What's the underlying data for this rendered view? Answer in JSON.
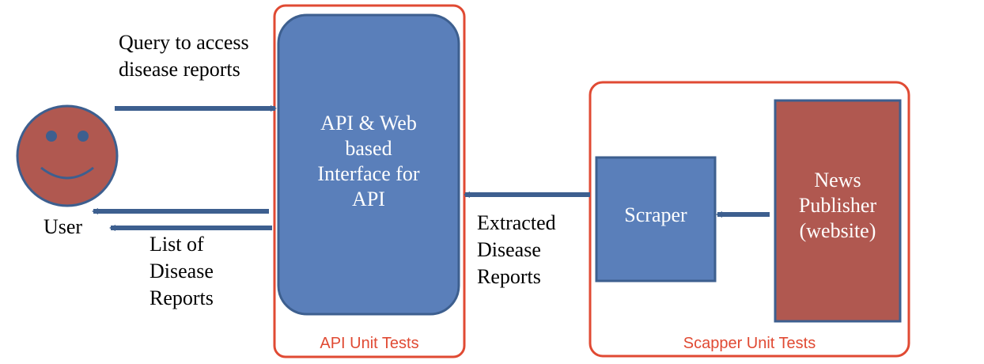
{
  "colors": {
    "blue_fill": "#5a7fba",
    "blue_stroke": "#3d5f8f",
    "red_fill": "#b05850",
    "red_stroke": "#3d5f8f",
    "group_border": "#e04a33",
    "arrow": "#3d5f8f"
  },
  "user": {
    "icon": "smiley-face-icon",
    "label": "User"
  },
  "query_label": {
    "line1": "Query to access",
    "line2": "disease reports"
  },
  "list_label": {
    "line1": "List of",
    "line2": "Disease",
    "line3": "Reports"
  },
  "api_box": {
    "line1": "API & Web",
    "line2": "based",
    "line3": "Interface  for",
    "line4": "API"
  },
  "extracted_label": {
    "line1": "Extracted",
    "line2": "Disease",
    "line3": "Reports"
  },
  "scraper_box": {
    "label": "Scraper"
  },
  "news_box": {
    "line1": "News",
    "line2": "Publisher",
    "line3": "(website)"
  },
  "groups": {
    "api_tests": "API Unit Tests",
    "scraper_tests": "Scapper Unit Tests"
  }
}
